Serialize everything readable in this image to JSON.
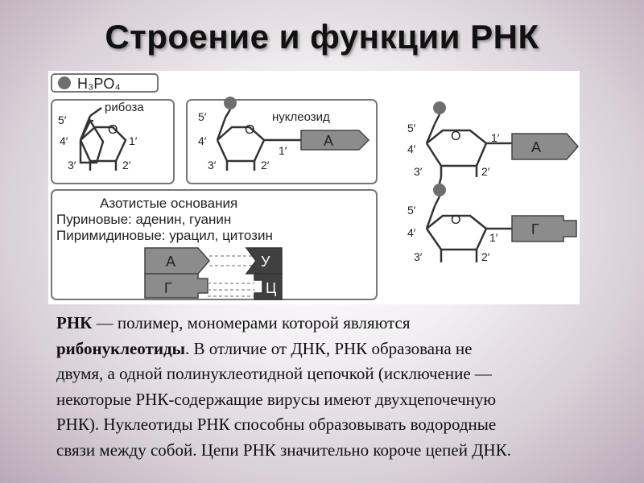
{
  "slide": {
    "title": "Строение и функции РНК"
  },
  "figure": {
    "phosphate_label": "H₃PO₄",
    "ribose_label": "рибоза",
    "nucleoside_label": "нуклеозид",
    "ring_oxygen": "O",
    "carbon_labels": {
      "c5": "5′",
      "c4": "4′",
      "c3": "3′",
      "c2": "2′",
      "c1": "1′"
    },
    "bases_box": {
      "heading": "Азотистые основания",
      "purines": "Пуриновые: аденин, гуанин",
      "pyrimidines": "Пиримидиновые: урацил, цитозин"
    },
    "base_letters": {
      "a": "А",
      "u": "У",
      "g": "Г",
      "c": "Ц"
    }
  },
  "text": {
    "line1_bold": "РНК",
    "line1_rest": " — полимер, мономерами которой являются",
    "line2_bold": "рибонуклеотиды",
    "line2_rest": ". В отличие от ДНК, РНК образована не",
    "line3": "двумя, а одной полинуклеотидной цепочкой (исключение —",
    "line4": "некоторые РНК-содержащие вирусы имеют двухцепочечную",
    "line5": "РНК). Нуклеотиды РНК способны образовывать водородные",
    "line6": "связи между собой. Цепи РНК значительно короче цепей ДНК."
  },
  "colors": {
    "base_fill": "#8c8c8c",
    "dark_fill": "#404040",
    "phosphate": "#6e6e6e"
  }
}
